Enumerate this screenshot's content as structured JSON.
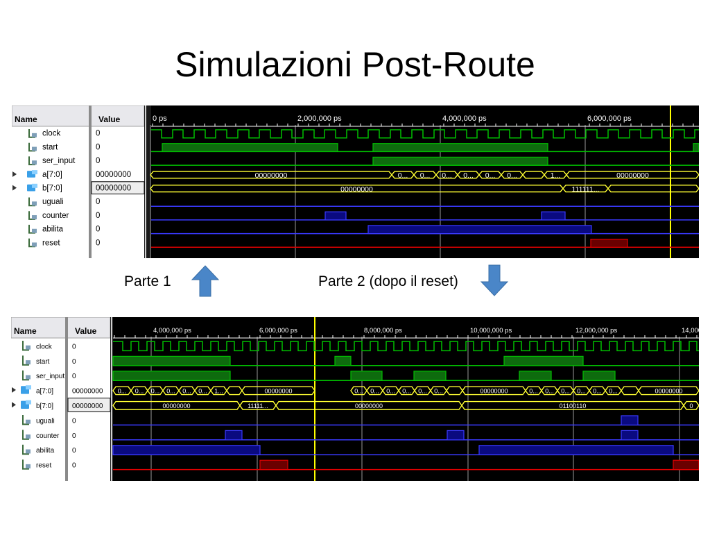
{
  "title": "Simulazioni Post-Route",
  "captions": {
    "part1": "Parte 1",
    "part2": "Parte 2 (dopo il reset)"
  },
  "icons": {
    "up": "arrow-up-icon",
    "down": "arrow-down-icon",
    "signal": "signal-wire-icon",
    "bus": "bus-icon"
  },
  "colors": {
    "clock": "#00c000",
    "bus": "#ffff33",
    "counter": "#3a3aff",
    "reset": "#dd0000",
    "cursor": "#ffff00",
    "arrow": "#4a86c8"
  },
  "panels": [
    {
      "id": "top",
      "header_name": "Name",
      "header_value": "Value",
      "signals": [
        {
          "name": "clock",
          "value": "0",
          "type": "bit"
        },
        {
          "name": "start",
          "value": "0",
          "type": "bit"
        },
        {
          "name": "ser_input",
          "value": "0",
          "type": "bit"
        },
        {
          "name": "a[7:0]",
          "value": "00000000",
          "type": "bus"
        },
        {
          "name": "b[7:0]",
          "value": "00000000",
          "type": "bus"
        },
        {
          "name": "uguali",
          "value": "0",
          "type": "bit"
        },
        {
          "name": "counter",
          "value": "0",
          "type": "bit"
        },
        {
          "name": "abilita",
          "value": "0",
          "type": "bit"
        },
        {
          "name": "reset",
          "value": "0",
          "type": "bit"
        }
      ],
      "time_labels": [
        "0 ps",
        "2,000,000 ps",
        "4,000,000 ps",
        "6,000,000 ps"
      ],
      "bus_labels_a": [
        "00000000",
        "0...",
        "0...",
        "0...",
        "0...",
        "0...",
        "0...",
        "1...",
        "00000000"
      ],
      "bus_labels_b": [
        "00000000",
        "111111..."
      ]
    },
    {
      "id": "bottom",
      "header_name": "Name",
      "header_value": "Value",
      "signals": [
        {
          "name": "clock",
          "value": "0",
          "type": "bit"
        },
        {
          "name": "start",
          "value": "0",
          "type": "bit"
        },
        {
          "name": "ser_input",
          "value": "0",
          "type": "bit"
        },
        {
          "name": "a[7:0]",
          "value": "00000000",
          "type": "bus"
        },
        {
          "name": "b[7:0]",
          "value": "00000000",
          "type": "bus"
        },
        {
          "name": "uguali",
          "value": "0",
          "type": "bit"
        },
        {
          "name": "counter",
          "value": "0",
          "type": "bit"
        },
        {
          "name": "abilita",
          "value": "0",
          "type": "bit"
        },
        {
          "name": "reset",
          "value": "0",
          "type": "bit"
        }
      ],
      "time_labels": [
        "4,000,000 ps",
        "6,000,000 ps",
        "8,000,000 ps",
        "10,000,000 ps",
        "12,000,000 ps",
        "14,000"
      ],
      "bus_labels_a": [
        "0...",
        "0...",
        "0...",
        "0...",
        "0...",
        "0...",
        "1...",
        "00000000",
        "0...",
        "0...",
        "0...",
        "0...",
        "0...",
        "0...",
        "00000000",
        "0...",
        "0...",
        "0...",
        "0...",
        "0...",
        "0...",
        "00000000"
      ],
      "bus_labels_b": [
        "00000000",
        "11111...",
        "00000000",
        "01100110",
        "0"
      ]
    }
  ]
}
